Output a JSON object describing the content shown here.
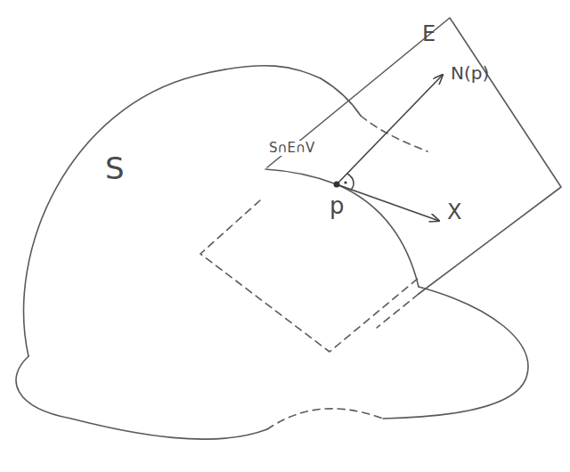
{
  "diagram": {
    "labels": [
      "E",
      "N(p)",
      "S",
      "S∩E∩V",
      "p",
      "X"
    ]
  }
}
